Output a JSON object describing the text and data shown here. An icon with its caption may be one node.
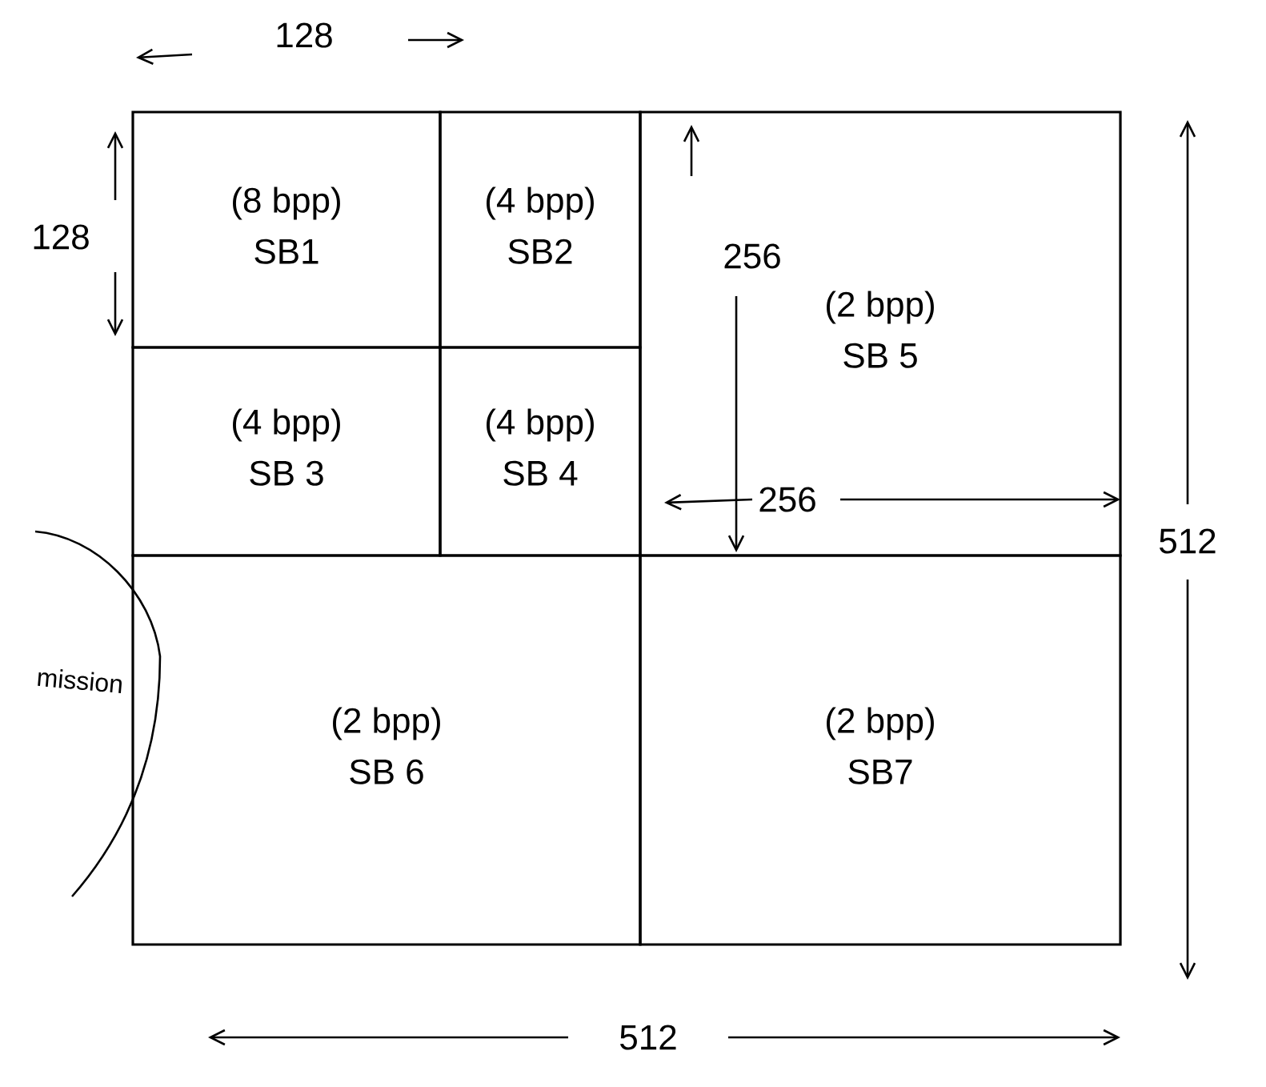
{
  "diagram": {
    "nodes": [
      {
        "text": [
          "(8 bpp)",
          "SB1"
        ]
      },
      {
        "text": [
          "(4 bpp)",
          "SB2"
        ]
      },
      {
        "text": [
          "(4 bpp)",
          "SB 3"
        ]
      },
      {
        "text": [
          "(4 bpp)",
          "SB 4"
        ]
      },
      {
        "text": [
          "(2 bpp)",
          "SB 5"
        ]
      },
      {
        "text": [
          "(2 bpp)",
          "SB 6"
        ]
      },
      {
        "text": [
          "(2 bpp)",
          "SB7"
        ]
      }
    ],
    "labels": [
      "128",
      "128",
      "256",
      "256",
      "512",
      "512",
      "mission"
    ]
  }
}
